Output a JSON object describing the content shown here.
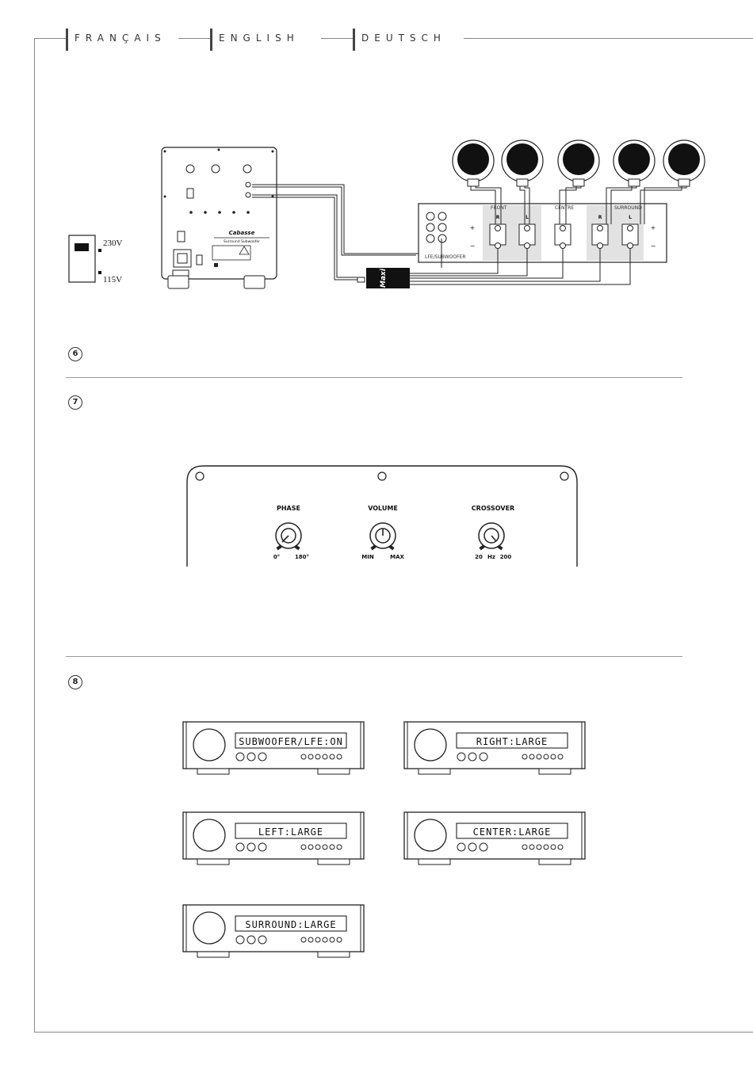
{
  "header": {
    "languages": [
      "FRANÇAIS",
      "ENGLISH",
      "DEUTSCH"
    ]
  },
  "sections": {
    "s6": "6",
    "s7": "7",
    "s8": "8"
  },
  "fig6": {
    "voltage_230": "230V",
    "voltage_115": "115V",
    "sub_brand": "Cabasse",
    "sub_model": "Surround Subwoofer",
    "amp_front": "FRONT",
    "amp_centre": "CENTRE",
    "amp_surround": "SURROUND",
    "amp_r1": "R",
    "amp_l1": "L",
    "amp_r2": "R",
    "amp_l2": "L",
    "amp_lfe": "LFE/SUBWOOFER",
    "plus_a": "+",
    "minus_a": "−",
    "plus_b": "+",
    "minus_b": "−",
    "maxi_label": "Maxi"
  },
  "fig7": {
    "phase": "PHASE",
    "volume": "VOLUME",
    "crossover": "CROSSOVER",
    "phase_min": "0°",
    "phase_max": "180°",
    "vol_min": "MIN",
    "vol_max": "MAX",
    "xo_min": "20",
    "xo_unit": "Hz",
    "xo_max": "200"
  },
  "fig8": {
    "displays": [
      "SUBWOOFER/LFE:ON",
      "RIGHT:LARGE",
      "LEFT:LARGE",
      "CENTER:LARGE",
      "SURROUND:LARGE"
    ]
  }
}
